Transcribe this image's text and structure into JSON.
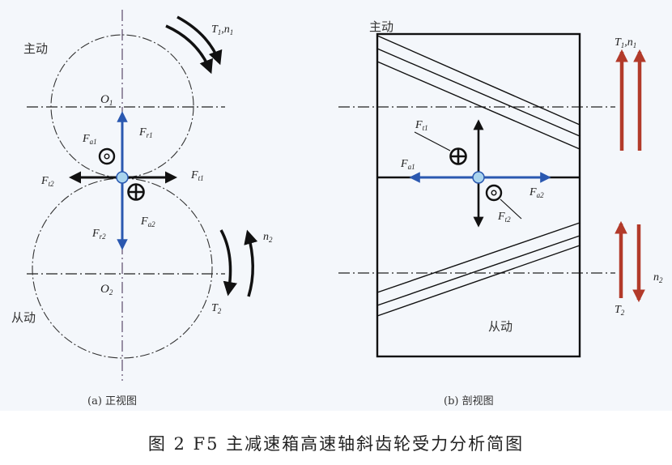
{
  "colors": {
    "background": "#f4f7fb",
    "line": "#111111",
    "force_blue": "#2a58b0",
    "torque_red": "#b23a2a",
    "contact_point": "#a9d4ee"
  },
  "front_view": {
    "caption": "(a)  正视图",
    "driving_label": "主动",
    "driven_label": "从动",
    "center1": "O",
    "center1_sub": "1",
    "center2": "O",
    "center2_sub": "2",
    "torque1": "T",
    "torque1_sub": "1",
    "speed1": "n",
    "speed1_sub": "1",
    "torque2": "T",
    "torque2_sub": "2",
    "speed2": "n",
    "speed2_sub": "2",
    "forces": {
      "Fr1": {
        "main": "F",
        "sub": "r1"
      },
      "Fa1": {
        "main": "F",
        "sub": "a1"
      },
      "Ft1": {
        "main": "F",
        "sub": "t1"
      },
      "Ft2": {
        "main": "F",
        "sub": "t2"
      },
      "Fr2": {
        "main": "F",
        "sub": "r2"
      },
      "Fa2": {
        "main": "F",
        "sub": "a2"
      }
    }
  },
  "section_view": {
    "caption": "(b)  剖视图",
    "driving_label": "主动",
    "driven_label": "从动",
    "torque1": "T",
    "torque1_sub": "1",
    "speed1": "n",
    "speed1_sub": "1",
    "torque2": "T",
    "torque2_sub": "2",
    "speed2": "n",
    "speed2_sub": "2",
    "forces": {
      "Ft1": {
        "main": "F",
        "sub": "t1"
      },
      "Fa1": {
        "main": "F",
        "sub": "a1"
      },
      "Fa2": {
        "main": "F",
        "sub": "a2"
      },
      "Ft2": {
        "main": "F",
        "sub": "t2"
      }
    }
  },
  "figure_caption": "图 2   F5 主减速箱高速轴斜齿轮受力分析简图"
}
